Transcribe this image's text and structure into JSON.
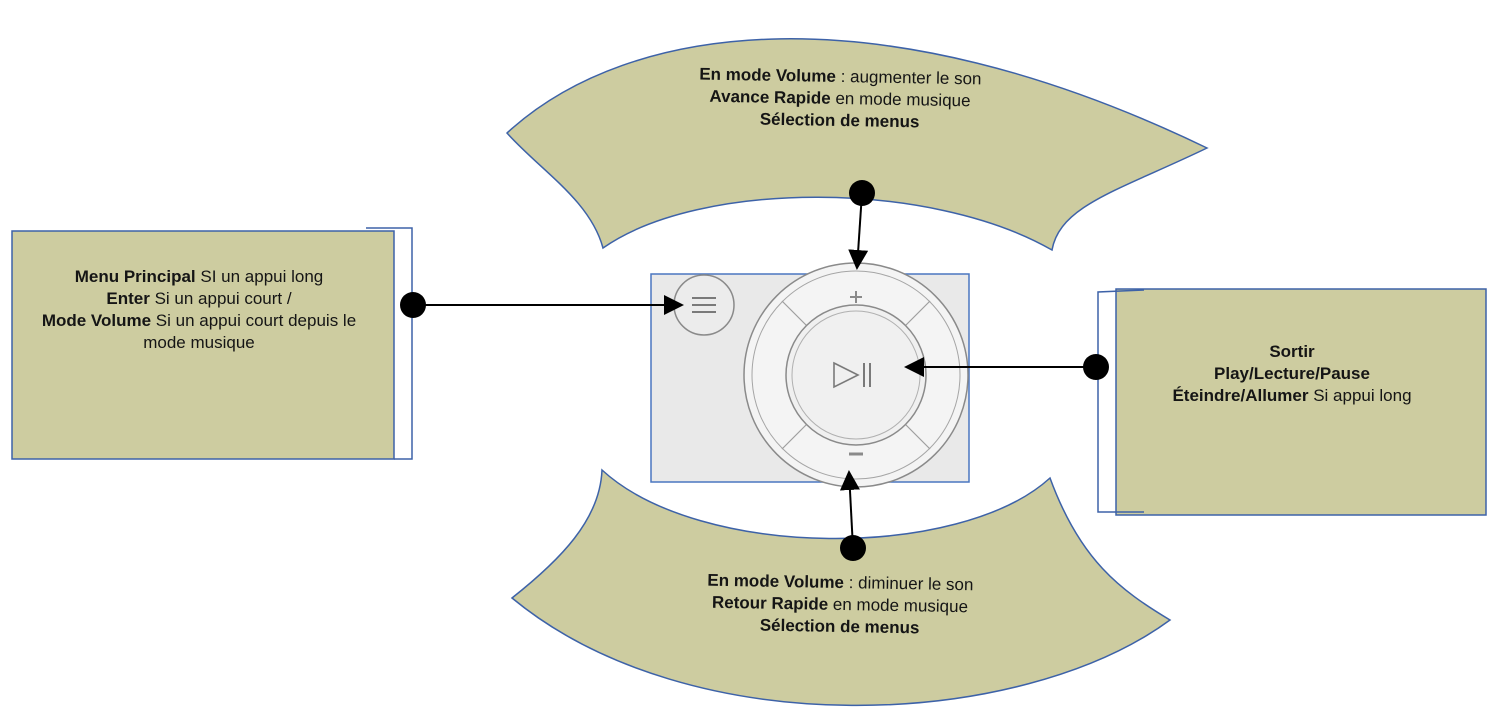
{
  "colors": {
    "panel_fill": "#cdcca0",
    "panel_stroke": "#3d62a8",
    "device_fill": "#e9e9e9",
    "device_stroke": "#4a76c0",
    "button_stroke": "#8a8a8a",
    "connector": "#000000"
  },
  "top_callout": {
    "line1_bold": "En mode Volume",
    "line1_rest": " : augmenter le son",
    "line2_bold": "Avance Rapide",
    "line2_rest": " en mode musique",
    "line3_bold": "Sélection de menus"
  },
  "bottom_callout": {
    "line1_bold": "En mode Volume",
    "line1_rest": " : diminuer  le son",
    "line2_bold": "Retour Rapide",
    "line2_rest": " en mode musique",
    "line3_bold": "Sélection de menus"
  },
  "left_callout": {
    "line1_bold": "Menu Principal",
    "line1_rest": " SI  un appui long",
    "line2_bold": "Enter",
    "line2_rest": "   Si un appui court /",
    "line3_bold": "Mode Volume",
    "line3_rest": " Si un appui court depuis le mode musique"
  },
  "right_callout": {
    "line1_bold": "Sortir",
    "line2_bold": "Play/Lecture/Pause",
    "line3_bold": "Éteindre/Allumer",
    "line3_rest": " Si appui long"
  },
  "device": {
    "plus_symbol": "+",
    "minus_symbol": "−",
    "menu_icon": "menu-lines-icon",
    "center_icon": "play-pause-icon"
  }
}
